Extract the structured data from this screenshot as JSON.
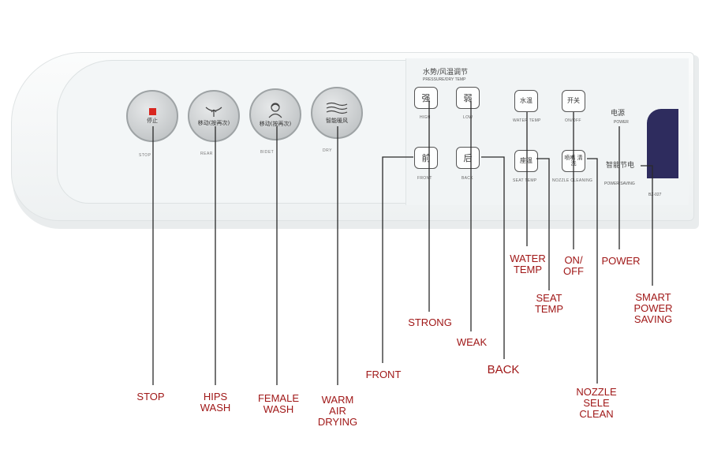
{
  "panel": {
    "header_zh": "水势/风温调节",
    "header_en": "PRESSURE/DRY TEMP",
    "power_zh": "电源",
    "power_en": "POWER",
    "smart_zh": "智能节电",
    "power_saving_en": "POWER SAVING",
    "model": "BZ-027"
  },
  "round_buttons": [
    {
      "zh": "停止",
      "sub": "STOP",
      "icon": "stop-square-icon"
    },
    {
      "zh": "移动(按再次)",
      "sub": "REAR",
      "icon": "rear-spray-icon"
    },
    {
      "zh": "移动(按再次)",
      "sub": "BIDET",
      "icon": "female-person-icon"
    },
    {
      "zh": "智能暖风",
      "sub": "DRY",
      "icon": "warm-air-waves-icon"
    }
  ],
  "square_buttons": [
    {
      "text": "强",
      "sub": "HIGH"
    },
    {
      "text": "弱",
      "sub": "LOW"
    },
    {
      "text": "前",
      "sub": "FRONT"
    },
    {
      "text": "后",
      "sub": "BACK"
    },
    {
      "text": "水温",
      "sub": "WATER TEMP"
    },
    {
      "text": "开关",
      "sub": "ON/OFF"
    },
    {
      "text": "座温",
      "sub": "SEAT TEMP"
    },
    {
      "text": "喷嘴 清洗",
      "sub": "NOZZLE CLEANING"
    }
  ],
  "callouts": {
    "stop": "STOP",
    "hips_wash": "HIPS\nWASH",
    "female_wash": "FEMALE\nWASH",
    "warm_air": "WARM\nAIR\nDRYING",
    "front": "FRONT",
    "strong": "STRONG",
    "weak": "WEAK",
    "back": "BACK",
    "water_temp": "WATER\nTEMP",
    "seat_temp": "SEAT\nTEMP",
    "on_off": "ON/\nOFF",
    "nozzle": "NOZZLE\nSELE\nCLEAN",
    "power": "POWER",
    "smart": "SMART\nPOWER\nSAVING"
  }
}
